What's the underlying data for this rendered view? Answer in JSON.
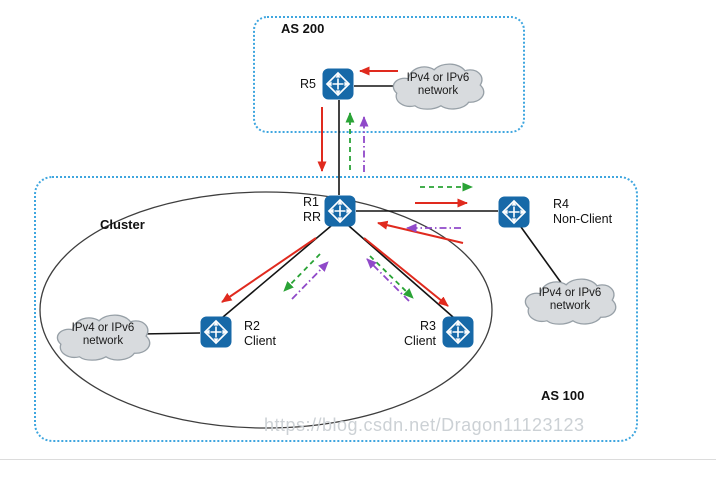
{
  "as200": {
    "label": "AS 200"
  },
  "as100": {
    "label": "AS 100"
  },
  "cluster": {
    "label": "Cluster"
  },
  "routers": {
    "r5": {
      "name": "R5"
    },
    "r1": {
      "name": "R1",
      "role": "RR"
    },
    "r2": {
      "name": "R2",
      "role": "Client"
    },
    "r3": {
      "name": "R3",
      "role": "Client"
    },
    "r4": {
      "name": "R4",
      "role": "Non-Client"
    }
  },
  "clouds": {
    "as200": {
      "line1": "IPv4 or IPv6",
      "line2": "network"
    },
    "cluster_left": {
      "line1": "IPv4 or IPv6",
      "line2": "network"
    },
    "r4_side": {
      "line1": "IPv4 or IPv6",
      "line2": "network"
    }
  },
  "watermark": "https://blog.csdn.net/Dragon11123123",
  "colors": {
    "router_blue": "#1769a8",
    "as_box_border": "#3fa6df",
    "arrow_red": "#e02a1e",
    "arrow_green": "#2aa336",
    "arrow_purple": "#9049c9",
    "cloud_fill": "#d8dbde",
    "cloud_stroke": "#97a0a7",
    "line_black": "#141414",
    "ellipse_stroke": "#3e3e3e",
    "watermark_gray": "#ccd1d5"
  }
}
